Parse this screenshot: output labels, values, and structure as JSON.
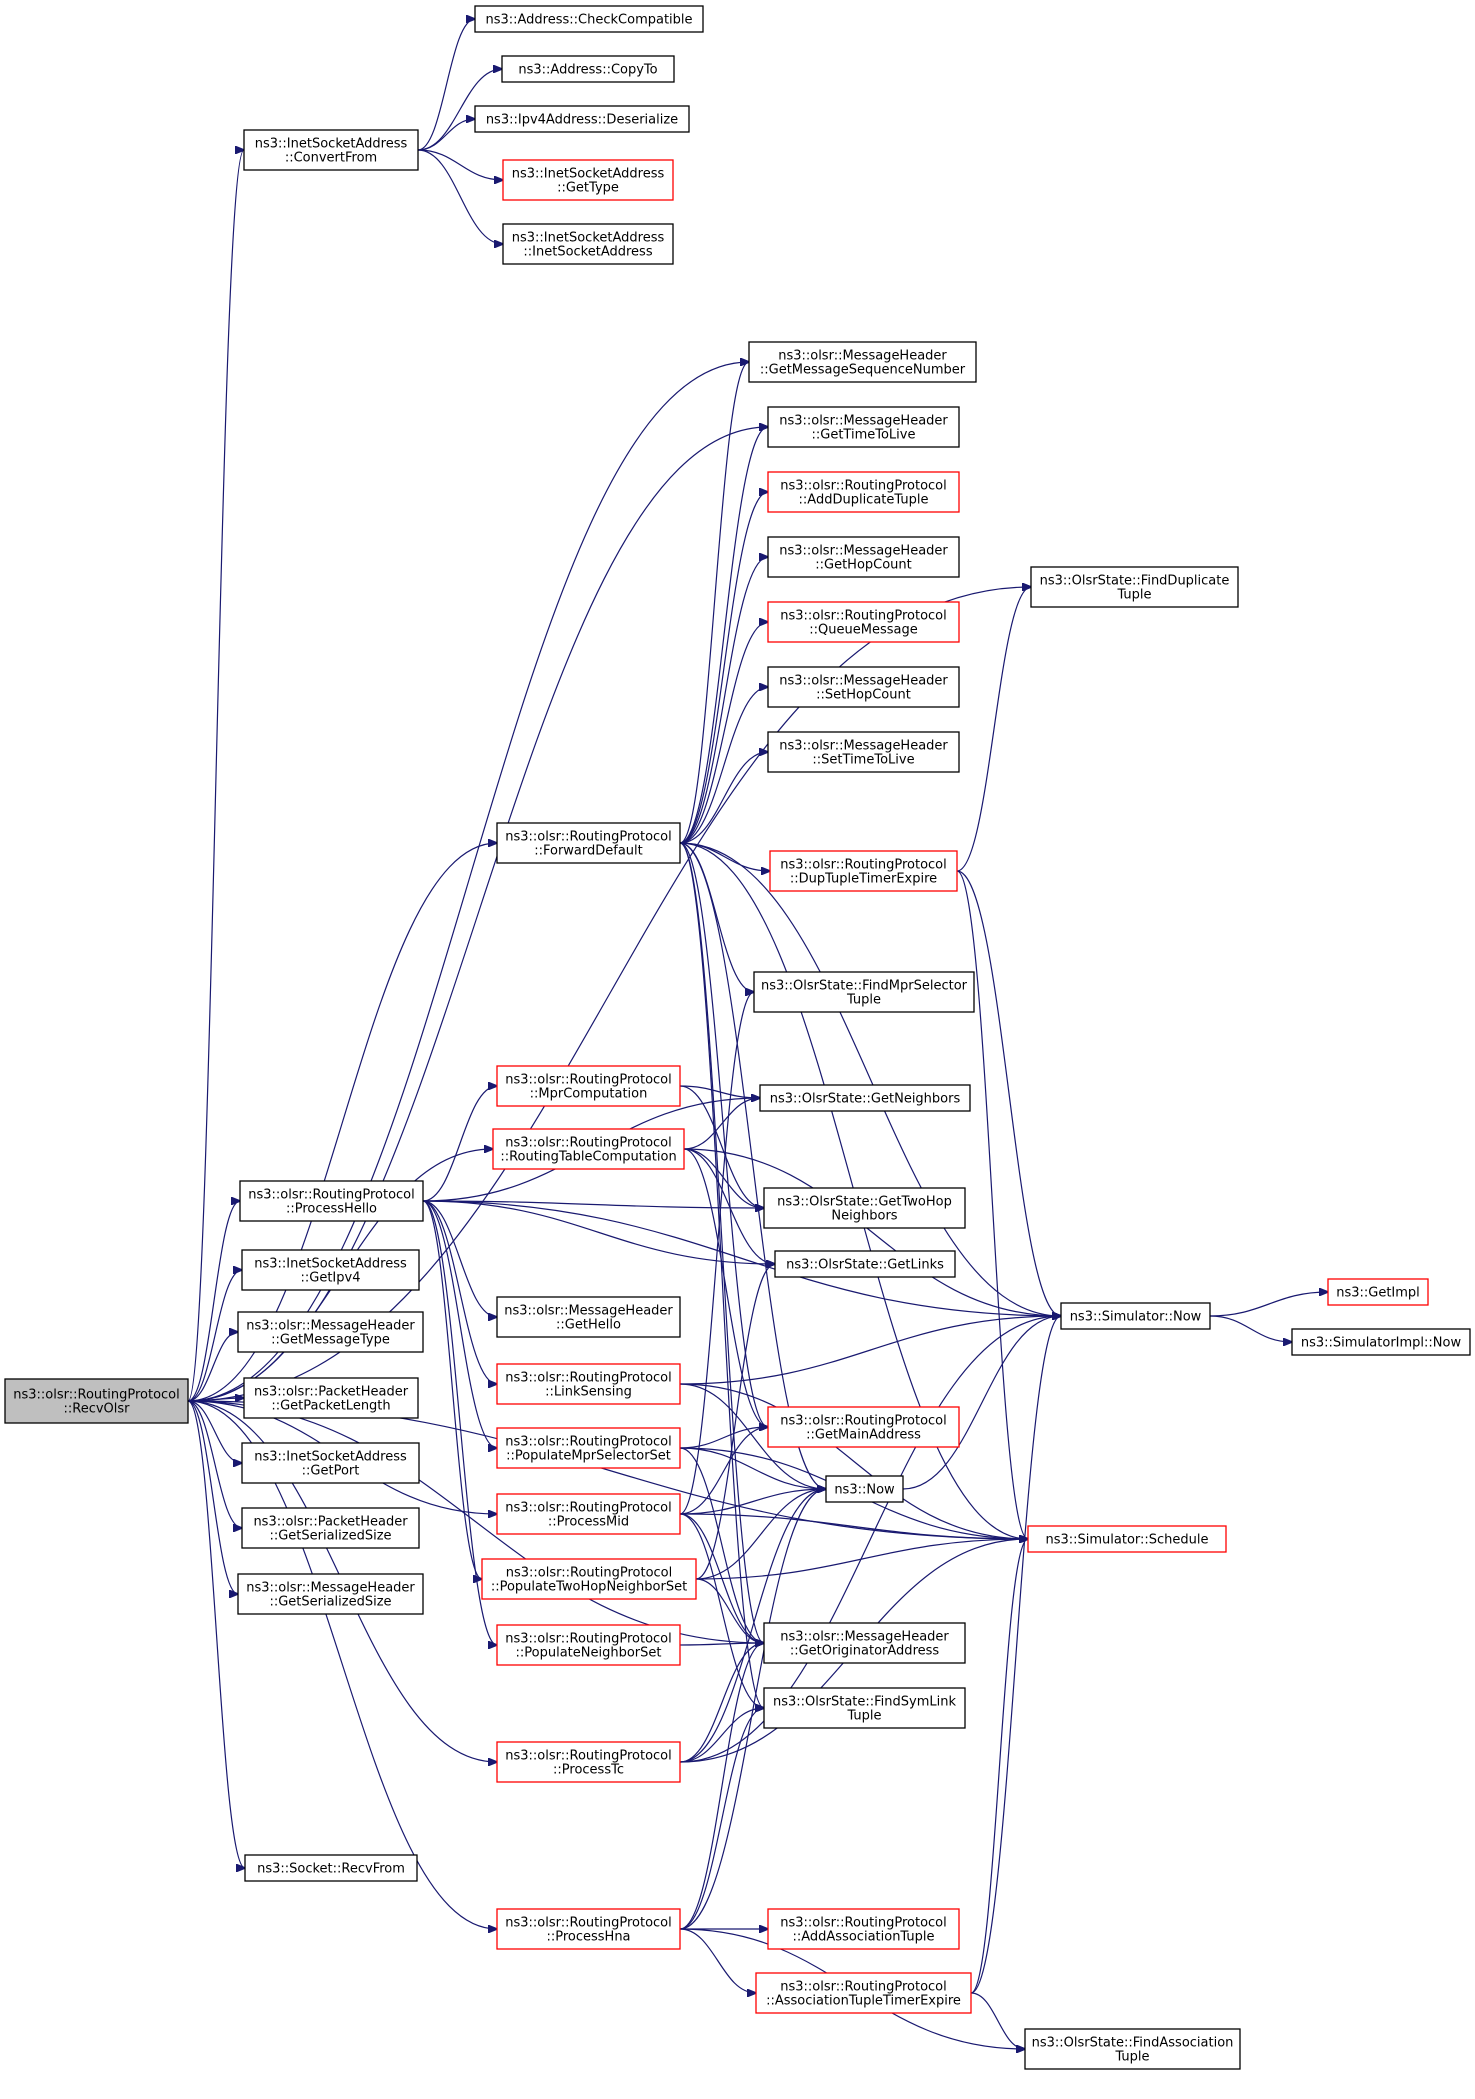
{
  "nodes": [
    {
      "id": "recvolsr",
      "lines": [
        "ns3::olsr::RoutingProtocol",
        "::RecvOlsr"
      ],
      "style": "root"
    },
    {
      "id": "checkcompat",
      "lines": [
        "ns3::Address::CheckCompatible"
      ],
      "style": "black"
    },
    {
      "id": "copyto",
      "lines": [
        "ns3::Address::CopyTo"
      ],
      "style": "black"
    },
    {
      "id": "ipv4deser",
      "lines": [
        "ns3::Ipv4Address::Deserialize"
      ],
      "style": "black"
    },
    {
      "id": "convertfrom",
      "lines": [
        "ns3::InetSocketAddress",
        "::ConvertFrom"
      ],
      "style": "black"
    },
    {
      "id": "inetgettype",
      "lines": [
        "ns3::InetSocketAddress",
        "::GetType"
      ],
      "style": "red"
    },
    {
      "id": "inetctor",
      "lines": [
        "ns3::InetSocketAddress",
        "::InetSocketAddress"
      ],
      "style": "black"
    },
    {
      "id": "getmsgseq",
      "lines": [
        "ns3::olsr::MessageHeader",
        "::GetMessageSequenceNumber"
      ],
      "style": "black"
    },
    {
      "id": "gettimetolive",
      "lines": [
        "ns3::olsr::MessageHeader",
        "::GetTimeToLive"
      ],
      "style": "black"
    },
    {
      "id": "addduptuple",
      "lines": [
        "ns3::olsr::RoutingProtocol",
        "::AddDuplicateTuple"
      ],
      "style": "red"
    },
    {
      "id": "gethopcount",
      "lines": [
        "ns3::olsr::MessageHeader",
        "::GetHopCount"
      ],
      "style": "black"
    },
    {
      "id": "finddup",
      "lines": [
        "ns3::OlsrState::FindDuplicate",
        "Tuple"
      ],
      "style": "black"
    },
    {
      "id": "queuemsg",
      "lines": [
        "ns3::olsr::RoutingProtocol",
        "::QueueMessage"
      ],
      "style": "red"
    },
    {
      "id": "sethopcount",
      "lines": [
        "ns3::olsr::MessageHeader",
        "::SetHopCount"
      ],
      "style": "black"
    },
    {
      "id": "settimetolive",
      "lines": [
        "ns3::olsr::MessageHeader",
        "::SetTimeToLive"
      ],
      "style": "black"
    },
    {
      "id": "forwarddefault",
      "lines": [
        "ns3::olsr::RoutingProtocol",
        "::ForwardDefault"
      ],
      "style": "black"
    },
    {
      "id": "duptupletimer",
      "lines": [
        "ns3::olsr::RoutingProtocol",
        "::DupTupleTimerExpire"
      ],
      "style": "red"
    },
    {
      "id": "findmprsel",
      "lines": [
        "ns3::OlsrState::FindMprSelector",
        "Tuple"
      ],
      "style": "black"
    },
    {
      "id": "mprcomp",
      "lines": [
        "ns3::olsr::RoutingProtocol",
        "::MprComputation"
      ],
      "style": "red"
    },
    {
      "id": "getneighbors",
      "lines": [
        "ns3::OlsrState::GetNeighbors"
      ],
      "style": "black"
    },
    {
      "id": "routingtable",
      "lines": [
        "ns3::olsr::RoutingProtocol",
        "::RoutingTableComputation"
      ],
      "style": "red"
    },
    {
      "id": "processhello",
      "lines": [
        "ns3::olsr::RoutingProtocol",
        "::ProcessHello"
      ],
      "style": "black"
    },
    {
      "id": "gettwohop",
      "lines": [
        "ns3::OlsrState::GetTwoHop",
        "Neighbors"
      ],
      "style": "black"
    },
    {
      "id": "getlinks",
      "lines": [
        "ns3::OlsrState::GetLinks"
      ],
      "style": "black"
    },
    {
      "id": "inetgetipv4",
      "lines": [
        "ns3::InetSocketAddress",
        "::GetIpv4"
      ],
      "style": "black"
    },
    {
      "id": "simnow",
      "lines": [
        "ns3::Simulator::Now"
      ],
      "style": "black"
    },
    {
      "id": "getimpl",
      "lines": [
        "ns3::GetImpl"
      ],
      "style": "red"
    },
    {
      "id": "gethello",
      "lines": [
        "ns3::olsr::MessageHeader",
        "::GetHello"
      ],
      "style": "black"
    },
    {
      "id": "getmsgtype",
      "lines": [
        "ns3::olsr::MessageHeader",
        "::GetMessageType"
      ],
      "style": "black"
    },
    {
      "id": "simimplnow",
      "lines": [
        "ns3::SimulatorImpl::Now"
      ],
      "style": "black"
    },
    {
      "id": "linksensing",
      "lines": [
        "ns3::olsr::RoutingProtocol",
        "::LinkSensing"
      ],
      "style": "red"
    },
    {
      "id": "pktlen",
      "lines": [
        "ns3::olsr::PacketHeader",
        "::GetPacketLength"
      ],
      "style": "black"
    },
    {
      "id": "getmainaddr",
      "lines": [
        "ns3::olsr::RoutingProtocol",
        "::GetMainAddress"
      ],
      "style": "red"
    },
    {
      "id": "popmprsel",
      "lines": [
        "ns3::olsr::RoutingProtocol",
        "::PopulateMprSelectorSet"
      ],
      "style": "red"
    },
    {
      "id": "inetgetport",
      "lines": [
        "ns3::InetSocketAddress",
        "::GetPort"
      ],
      "style": "black"
    },
    {
      "id": "ns3now",
      "lines": [
        "ns3::Now"
      ],
      "style": "black"
    },
    {
      "id": "processmid",
      "lines": [
        "ns3::olsr::RoutingProtocol",
        "::ProcessMid"
      ],
      "style": "red"
    },
    {
      "id": "simschedule",
      "lines": [
        "ns3::Simulator::Schedule"
      ],
      "style": "red"
    },
    {
      "id": "pktsersize",
      "lines": [
        "ns3::olsr::PacketHeader",
        "::GetSerializedSize"
      ],
      "style": "black"
    },
    {
      "id": "poptwohop",
      "lines": [
        "ns3::olsr::RoutingProtocol",
        "::PopulateTwoHopNeighborSet"
      ],
      "style": "red"
    },
    {
      "id": "msgsersize",
      "lines": [
        "ns3::olsr::MessageHeader",
        "::GetSerializedSize"
      ],
      "style": "black"
    },
    {
      "id": "popneighbor",
      "lines": [
        "ns3::olsr::RoutingProtocol",
        "::PopulateNeighborSet"
      ],
      "style": "red"
    },
    {
      "id": "getorigaddr",
      "lines": [
        "ns3::olsr::MessageHeader",
        "::GetOriginatorAddress"
      ],
      "style": "black"
    },
    {
      "id": "findsymlink",
      "lines": [
        "ns3::OlsrState::FindSymLink",
        "Tuple"
      ],
      "style": "black"
    },
    {
      "id": "processtc",
      "lines": [
        "ns3::olsr::RoutingProtocol",
        "::ProcessTc"
      ],
      "style": "red"
    },
    {
      "id": "recvfrom",
      "lines": [
        "ns3::Socket::RecvFrom"
      ],
      "style": "black"
    },
    {
      "id": "processhna",
      "lines": [
        "ns3::olsr::RoutingProtocol",
        "::ProcessHna"
      ],
      "style": "red"
    },
    {
      "id": "addassoc",
      "lines": [
        "ns3::olsr::RoutingProtocol",
        "::AddAssociationTuple"
      ],
      "style": "red"
    },
    {
      "id": "assoctimer",
      "lines": [
        "ns3::olsr::RoutingProtocol",
        "::AssociationTupleTimerExpire"
      ],
      "style": "red"
    },
    {
      "id": "findassoc",
      "lines": [
        "ns3::OlsrState::FindAssociation",
        "Tuple"
      ],
      "style": "black"
    }
  ],
  "edges": [
    [
      "convertfrom",
      "checkcompat"
    ],
    [
      "convertfrom",
      "copyto"
    ],
    [
      "convertfrom",
      "ipv4deser"
    ],
    [
      "convertfrom",
      "inetgettype"
    ],
    [
      "convertfrom",
      "inetctor"
    ],
    [
      "recvolsr",
      "convertfrom"
    ],
    [
      "recvolsr",
      "finddup"
    ],
    [
      "recvolsr",
      "getmsgseq"
    ],
    [
      "recvolsr",
      "gettimetolive"
    ],
    [
      "recvolsr",
      "forwarddefault"
    ],
    [
      "recvolsr",
      "routingtable"
    ],
    [
      "recvolsr",
      "processhello"
    ],
    [
      "recvolsr",
      "inetgetipv4"
    ],
    [
      "recvolsr",
      "getmsgtype"
    ],
    [
      "recvolsr",
      "pktlen"
    ],
    [
      "recvolsr",
      "inetgetport"
    ],
    [
      "recvolsr",
      "pktsersize"
    ],
    [
      "recvolsr",
      "msgsersize"
    ],
    [
      "recvolsr",
      "processmid"
    ],
    [
      "recvolsr",
      "getorigaddr"
    ],
    [
      "recvolsr",
      "processtc"
    ],
    [
      "recvolsr",
      "simschedule"
    ],
    [
      "recvolsr",
      "recvfrom"
    ],
    [
      "recvolsr",
      "processhna"
    ],
    [
      "forwarddefault",
      "getmsgseq"
    ],
    [
      "forwarddefault",
      "gettimetolive"
    ],
    [
      "forwarddefault",
      "addduptuple"
    ],
    [
      "forwarddefault",
      "gethopcount"
    ],
    [
      "forwarddefault",
      "queuemsg"
    ],
    [
      "forwarddefault",
      "sethopcount"
    ],
    [
      "forwarddefault",
      "settimetolive"
    ],
    [
      "forwarddefault",
      "duptupletimer"
    ],
    [
      "forwarddefault",
      "findmprsel"
    ],
    [
      "forwarddefault",
      "simnow"
    ],
    [
      "forwarddefault",
      "simschedule"
    ],
    [
      "forwarddefault",
      "getmainaddr"
    ],
    [
      "forwarddefault",
      "ns3now"
    ],
    [
      "forwarddefault",
      "getorigaddr"
    ],
    [
      "forwarddefault",
      "findsymlink"
    ],
    [
      "duptupletimer",
      "finddup"
    ],
    [
      "duptupletimer",
      "simnow"
    ],
    [
      "duptupletimer",
      "simschedule"
    ],
    [
      "processhello",
      "simnow"
    ],
    [
      "processhello",
      "getneighbors"
    ],
    [
      "processhello",
      "mprcomp"
    ],
    [
      "processhello",
      "gettwohop"
    ],
    [
      "processhello",
      "getlinks"
    ],
    [
      "processhello",
      "gethello"
    ],
    [
      "processhello",
      "linksensing"
    ],
    [
      "processhello",
      "popmprsel"
    ],
    [
      "processhello",
      "poptwohop"
    ],
    [
      "processhello",
      "popneighbor"
    ],
    [
      "mprcomp",
      "getneighbors"
    ],
    [
      "mprcomp",
      "gettwohop"
    ],
    [
      "routingtable",
      "getneighbors"
    ],
    [
      "routingtable",
      "gettwohop"
    ],
    [
      "routingtable",
      "getlinks"
    ],
    [
      "routingtable",
      "simnow"
    ],
    [
      "routingtable",
      "getmainaddr"
    ],
    [
      "linksensing",
      "simnow"
    ],
    [
      "linksensing",
      "simschedule"
    ],
    [
      "linksensing",
      "ns3now"
    ],
    [
      "popmprsel",
      "getmainaddr"
    ],
    [
      "popmprsel",
      "ns3now"
    ],
    [
      "popmprsel",
      "simschedule"
    ],
    [
      "popmprsel",
      "getorigaddr"
    ],
    [
      "processmid",
      "findmprsel"
    ],
    [
      "processmid",
      "getmainaddr"
    ],
    [
      "processmid",
      "ns3now"
    ],
    [
      "processmid",
      "simschedule"
    ],
    [
      "processmid",
      "getorigaddr"
    ],
    [
      "processmid",
      "findsymlink"
    ],
    [
      "poptwohop",
      "getlinks"
    ],
    [
      "poptwohop",
      "ns3now"
    ],
    [
      "poptwohop",
      "simschedule"
    ],
    [
      "poptwohop",
      "getorigaddr"
    ],
    [
      "popneighbor",
      "getorigaddr"
    ],
    [
      "processtc",
      "ns3now"
    ],
    [
      "processtc",
      "getorigaddr"
    ],
    [
      "processtc",
      "findsymlink"
    ],
    [
      "processtc",
      "simnow"
    ],
    [
      "processtc",
      "simschedule"
    ],
    [
      "processhna",
      "ns3now"
    ],
    [
      "processhna",
      "getorigaddr"
    ],
    [
      "processhna",
      "findsymlink"
    ],
    [
      "processhna",
      "addassoc"
    ],
    [
      "processhna",
      "assoctimer"
    ],
    [
      "processhna",
      "findassoc"
    ],
    [
      "assoctimer",
      "simnow"
    ],
    [
      "assoctimer",
      "simschedule"
    ],
    [
      "assoctimer",
      "findassoc"
    ],
    [
      "ns3now",
      "simnow"
    ],
    [
      "simnow",
      "getimpl"
    ],
    [
      "simnow",
      "simimplnow"
    ]
  ]
}
